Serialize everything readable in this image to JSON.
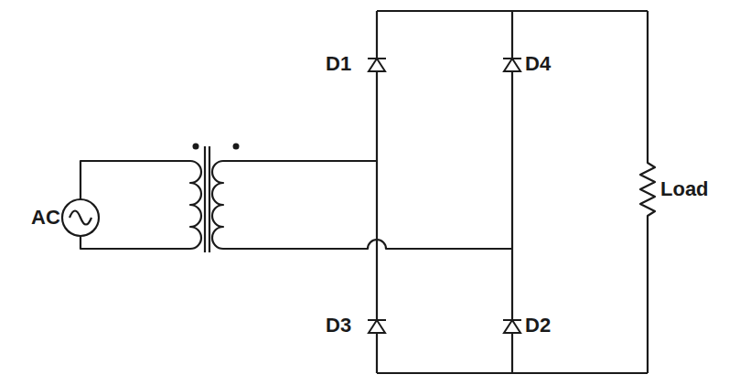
{
  "diagram": {
    "labels": [
      "AC",
      "D1",
      "D4",
      "D3",
      "D2",
      "Load"
    ]
  }
}
